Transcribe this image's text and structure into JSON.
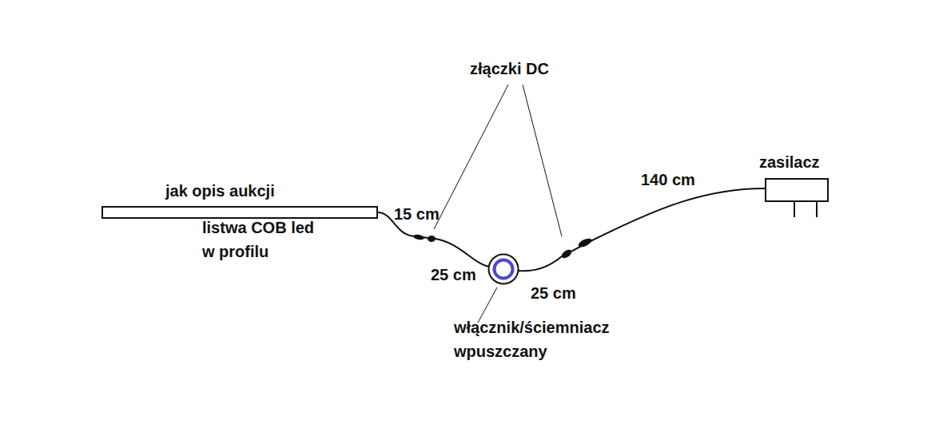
{
  "diagram": {
    "nodes": [
      {
        "text": [
          "jak opis aukcji",
          "listwa COB led w profilu"
        ]
      },
      {
        "text": [
          "włącznik/ściemniacz wpuszczany"
        ]
      },
      {
        "text": [
          "zasilacz"
        ]
      }
    ],
    "edges": [
      {
        "from": 0,
        "to": 1,
        "arrow": "none"
      },
      {
        "from": 1,
        "to": 2,
        "arrow": "none"
      }
    ],
    "labels": [
      "złączki DC",
      "15 cm",
      "25 cm",
      "25 cm",
      "140 cm"
    ]
  }
}
